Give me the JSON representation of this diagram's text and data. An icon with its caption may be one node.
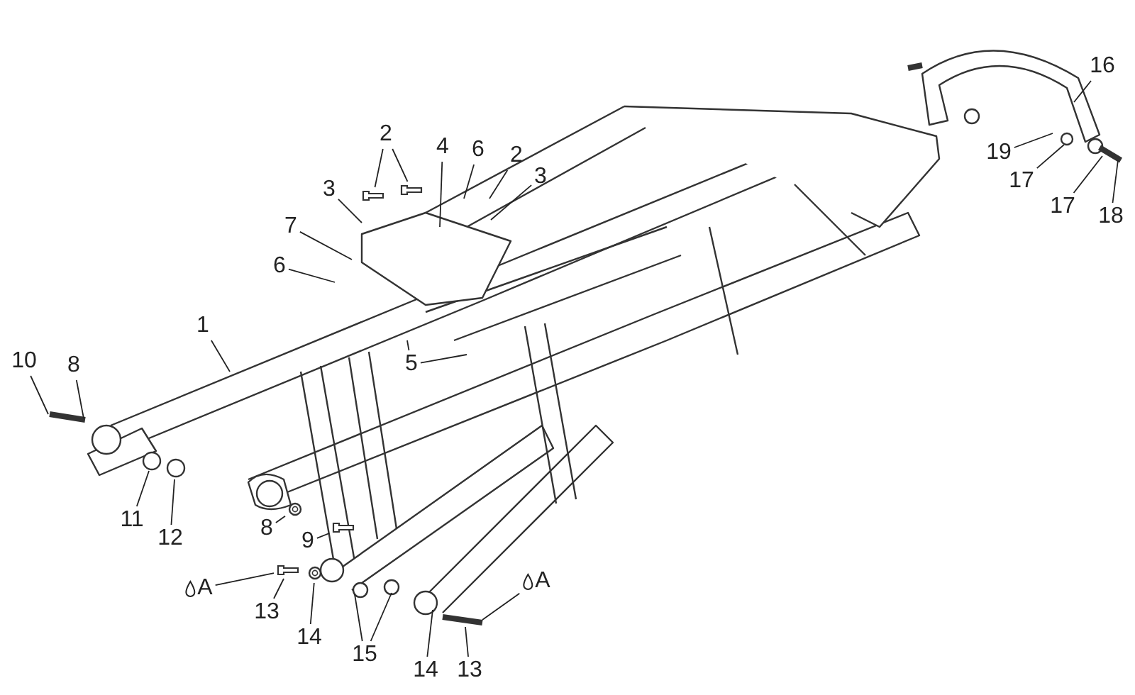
{
  "diagram": {
    "nodes": [
      {
        "text": [
          "1"
        ]
      },
      {
        "text": [
          "2"
        ]
      },
      {
        "text": [
          "3"
        ]
      },
      {
        "text": [
          "4"
        ]
      },
      {
        "text": [
          "6"
        ]
      },
      {
        "text": [
          "2"
        ]
      },
      {
        "text": [
          "3"
        ]
      },
      {
        "text": [
          "7"
        ]
      },
      {
        "text": [
          "6"
        ]
      },
      {
        "text": [
          "5"
        ]
      },
      {
        "text": [
          "10"
        ]
      },
      {
        "text": [
          "8"
        ]
      },
      {
        "text": [
          "11"
        ]
      },
      {
        "text": [
          "12"
        ]
      },
      {
        "text": [
          "8"
        ]
      },
      {
        "text": [
          "9"
        ]
      },
      {
        "text": [
          "A"
        ]
      },
      {
        "text": [
          "13"
        ]
      },
      {
        "text": [
          "14"
        ]
      },
      {
        "text": [
          "15"
        ]
      },
      {
        "text": [
          "A"
        ]
      },
      {
        "text": [
          "14"
        ]
      },
      {
        "text": [
          "13"
        ]
      },
      {
        "text": [
          "16"
        ]
      },
      {
        "text": [
          "19"
        ]
      },
      {
        "text": [
          "17"
        ]
      },
      {
        "text": [
          "17"
        ]
      },
      {
        "text": [
          "18"
        ]
      },
      {
        "text": [],
        "shape": "bolt"
      },
      {
        "text": [],
        "shape": "bolt"
      },
      {
        "text": [],
        "shape": "washer"
      },
      {
        "text": [],
        "shape": "bolt"
      },
      {
        "text": [],
        "shape": "bolt"
      },
      {
        "text": [],
        "shape": "washer"
      }
    ],
    "edges": [
      {
        "from": 0,
        "to": null,
        "arrow": "none"
      },
      {
        "from": 1,
        "to": 28,
        "arrow": "none"
      },
      {
        "from": 1,
        "to": 29,
        "arrow": "none"
      },
      {
        "from": 2,
        "to": null,
        "arrow": "none"
      },
      {
        "from": 3,
        "to": null,
        "arrow": "none"
      },
      {
        "from": 4,
        "to": null,
        "arrow": "none"
      },
      {
        "from": 5,
        "to": null,
        "arrow": "none"
      },
      {
        "from": 6,
        "to": null,
        "arrow": "none"
      },
      {
        "from": 7,
        "to": null,
        "arrow": "none"
      },
      {
        "from": 8,
        "to": null,
        "arrow": "none"
      },
      {
        "from": 9,
        "to": null,
        "arrow": "none"
      },
      {
        "from": 9,
        "to": null,
        "arrow": "none"
      },
      {
        "from": 10,
        "to": null,
        "arrow": "none"
      },
      {
        "from": 11,
        "to": null,
        "arrow": "none"
      },
      {
        "from": 12,
        "to": null,
        "arrow": "none"
      },
      {
        "from": 13,
        "to": null,
        "arrow": "none"
      },
      {
        "from": 14,
        "to": 30,
        "arrow": "none"
      },
      {
        "from": 15,
        "to": 31,
        "arrow": "none"
      },
      {
        "from": 16,
        "to": 32,
        "arrow": "none"
      },
      {
        "from": 17,
        "to": 32,
        "arrow": "none"
      },
      {
        "from": 18,
        "to": 33,
        "arrow": "none"
      },
      {
        "from": 19,
        "to": null,
        "arrow": "none"
      },
      {
        "from": 19,
        "to": null,
        "arrow": "none"
      },
      {
        "from": 20,
        "to": null,
        "arrow": "none"
      },
      {
        "from": 21,
        "to": null,
        "arrow": "none"
      },
      {
        "from": 22,
        "to": null,
        "arrow": "none"
      },
      {
        "from": 23,
        "to": null,
        "arrow": "none"
      },
      {
        "from": 24,
        "to": null,
        "arrow": "none"
      },
      {
        "from": 25,
        "to": null,
        "arrow": "none"
      },
      {
        "from": 26,
        "to": null,
        "arrow": "none"
      },
      {
        "from": 27,
        "to": null,
        "arrow": "none"
      }
    ]
  }
}
